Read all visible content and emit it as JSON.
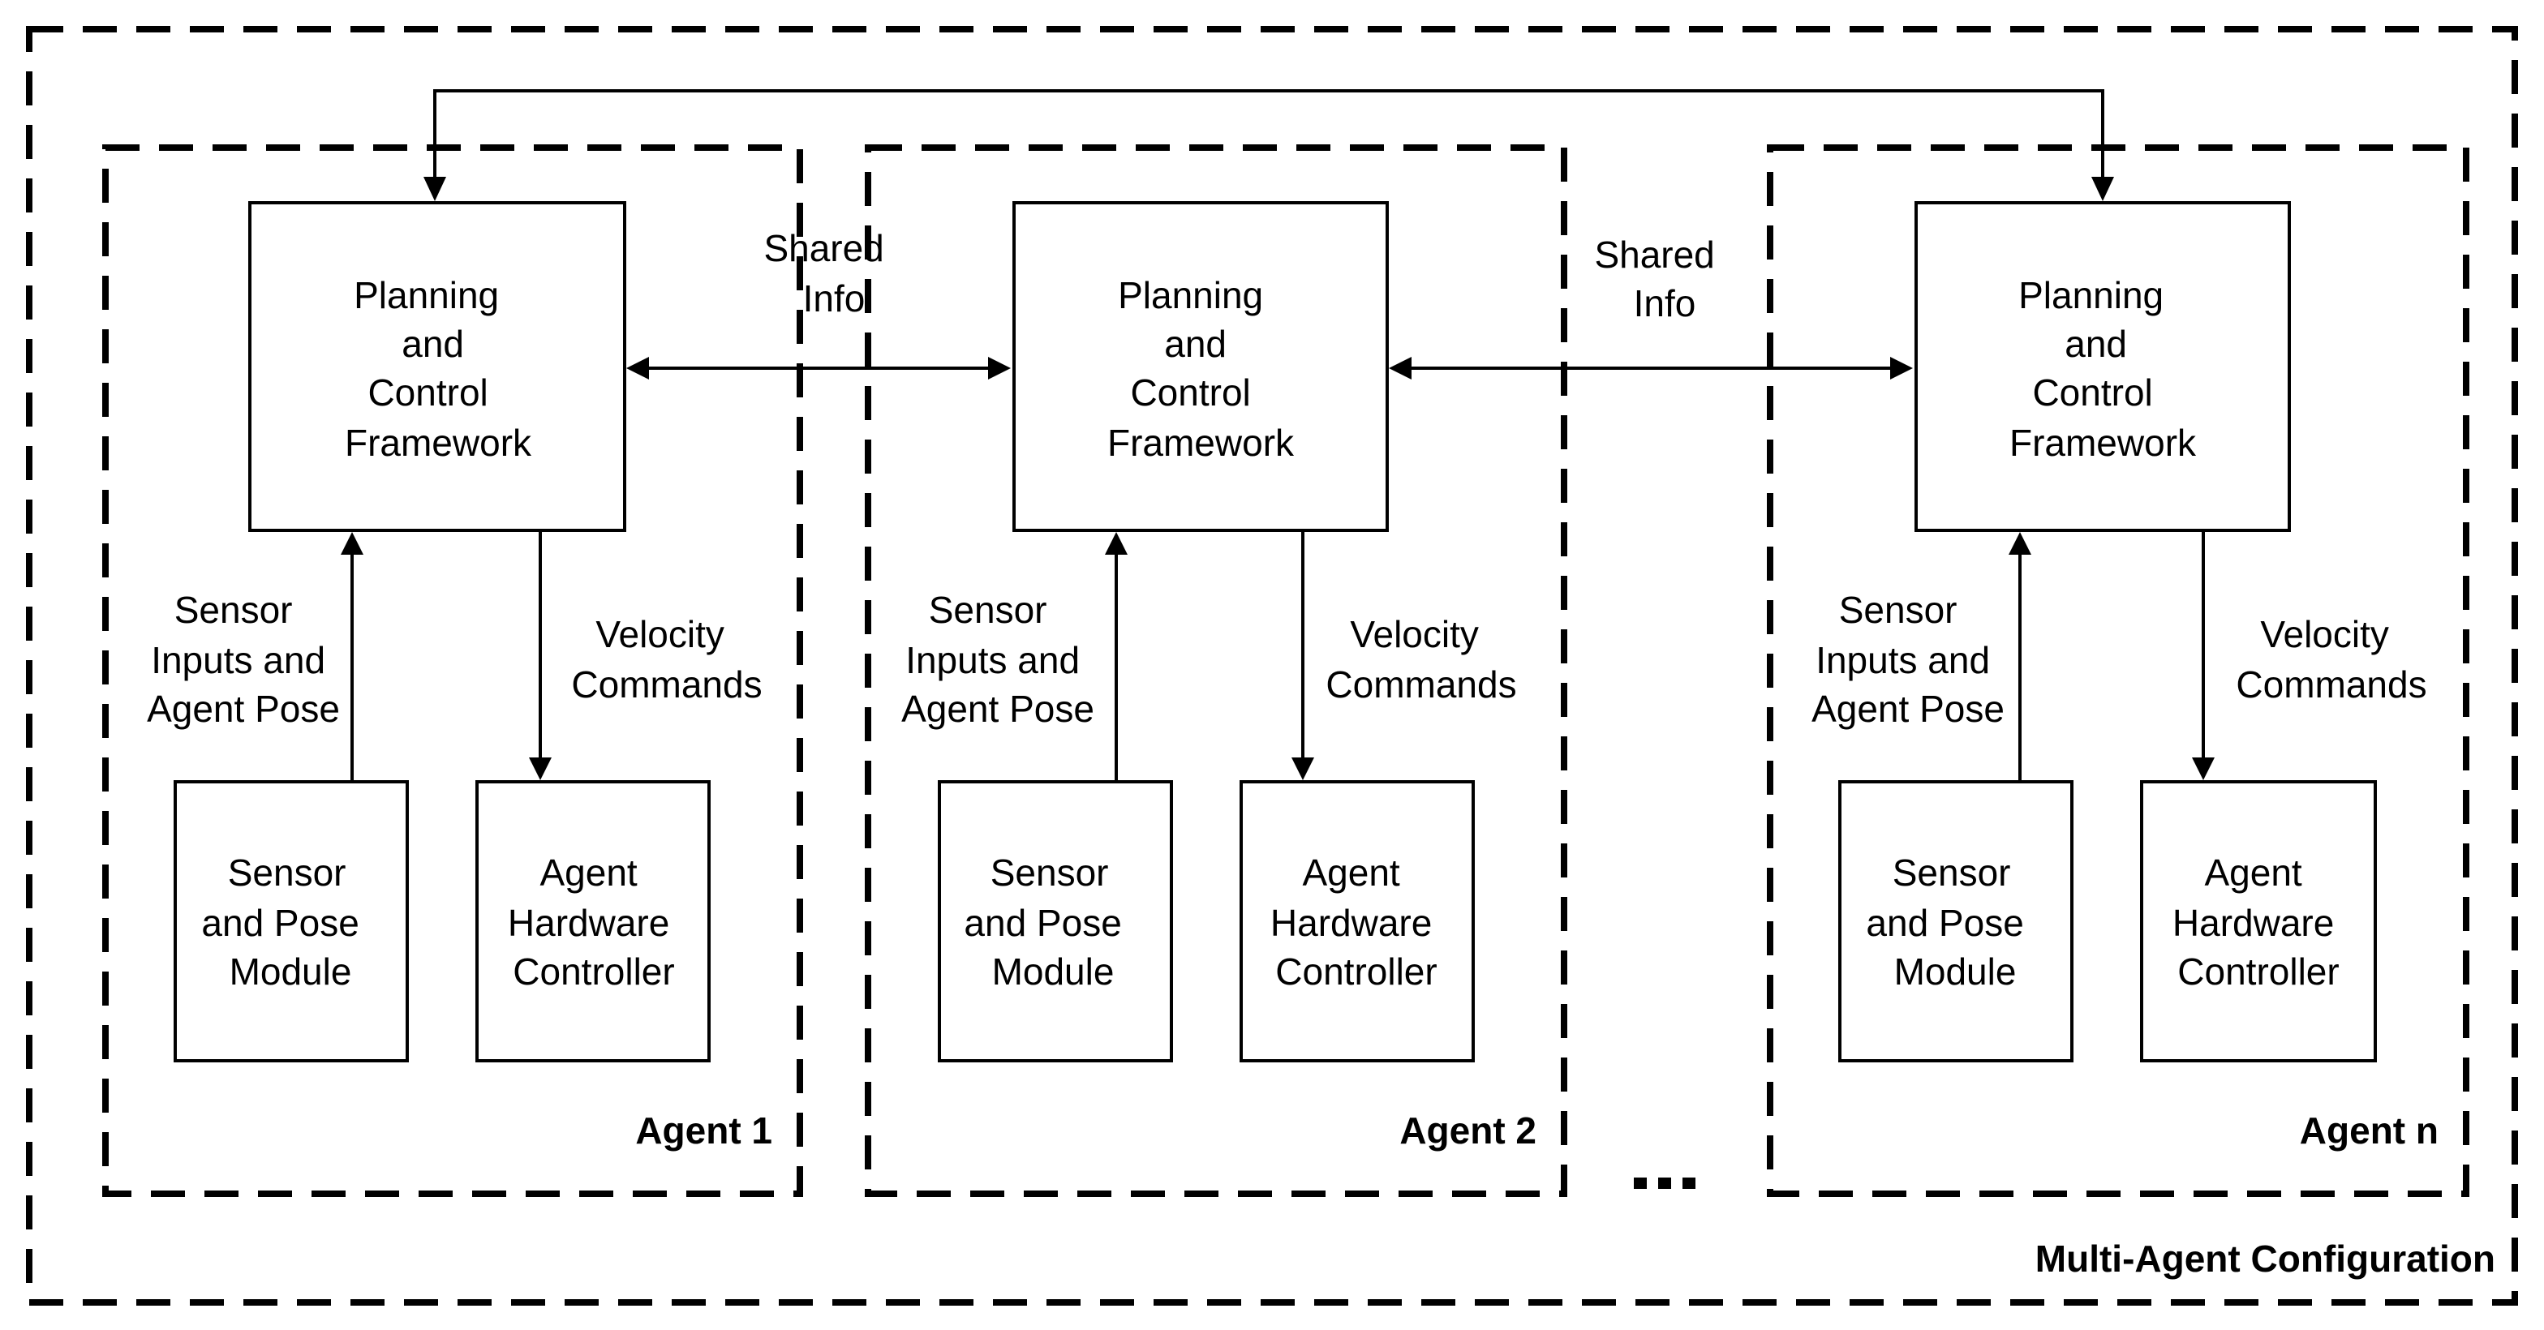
{
  "outer": {
    "label": "Multi-Agent Configuration"
  },
  "ellipsis": "...",
  "shared_info": [
    [
      "Shared",
      "Info"
    ],
    [
      "Shared",
      "Info"
    ]
  ],
  "agents": [
    {
      "name": "Agent 1",
      "planning": [
        "Planning",
        "and",
        "Control",
        "Framework"
      ],
      "sensor": [
        "Sensor",
        "and Pose",
        "Module"
      ],
      "hardware": [
        "Agent",
        "Hardware",
        "Controller"
      ],
      "sensor_edge": [
        "Sensor",
        "Inputs and",
        "Agent Pose"
      ],
      "velocity_edge": [
        "Velocity",
        "Commands"
      ]
    },
    {
      "name": "Agent 2",
      "planning": [
        "Planning",
        "and",
        "Control",
        "Framework"
      ],
      "sensor": [
        "Sensor",
        "and Pose",
        "Module"
      ],
      "hardware": [
        "Agent",
        "Hardware",
        "Controller"
      ],
      "sensor_edge": [
        "Sensor",
        "Inputs and",
        "Agent Pose"
      ],
      "velocity_edge": [
        "Velocity",
        "Commands"
      ]
    },
    {
      "name": "Agent n",
      "planning": [
        "Planning",
        "and",
        "Control",
        "Framework"
      ],
      "sensor": [
        "Sensor",
        "and Pose",
        "Module"
      ],
      "hardware": [
        "Agent",
        "Hardware",
        "Controller"
      ],
      "sensor_edge": [
        "Sensor",
        "Inputs and",
        "Agent Pose"
      ],
      "velocity_edge": [
        "Velocity",
        "Commands"
      ]
    }
  ],
  "colors": {
    "stroke": "#000000",
    "background": "#ffffff"
  }
}
